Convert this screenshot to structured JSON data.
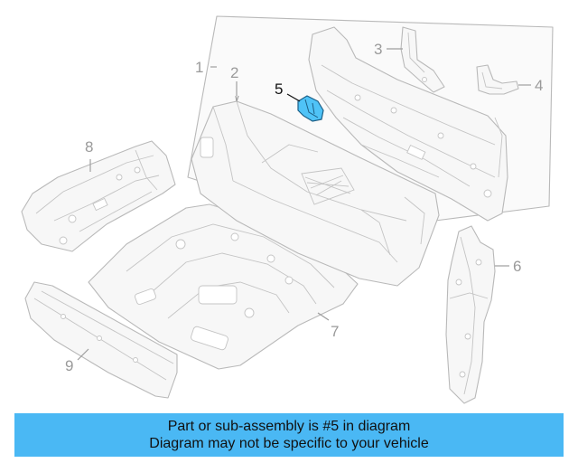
{
  "diagram": {
    "callouts": [
      "1",
      "2",
      "3",
      "4",
      "5",
      "6",
      "7",
      "8",
      "9"
    ],
    "highlight_color": "#4fc3f7"
  },
  "banner": {
    "line1": "Part or sub-assembly is #5 in diagram",
    "line2": "Diagram may not be specific to your vehicle",
    "background": "#4ab8f4"
  }
}
